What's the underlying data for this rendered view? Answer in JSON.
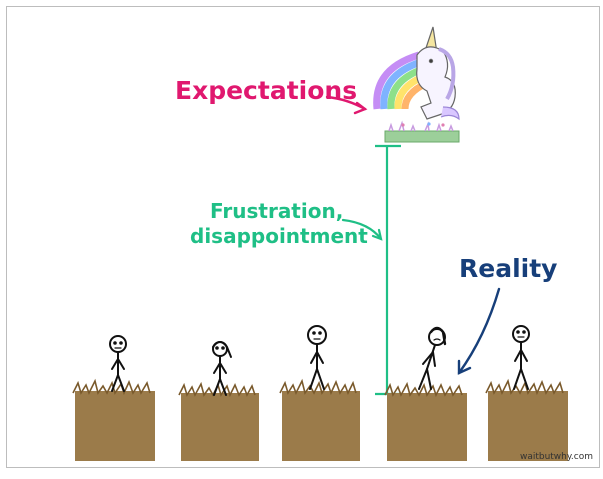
{
  "labels": {
    "expectations": "Expectations",
    "frustration_line1": "Frustration,",
    "frustration_line2": "disappointment",
    "reality": "Reality",
    "credit": "waitbutwhy.com"
  },
  "colors": {
    "expectations": "#e0186f",
    "frustration": "#1fbf86",
    "reality": "#173f7a",
    "dirt": "#9b7b4a",
    "grass": "#7a5a2c",
    "platform": "#9ccf9a"
  },
  "icons": {
    "unicorn": "unicorn-icon",
    "rainbow": "rainbow-icon",
    "stick_figure": "stick-figure-icon"
  }
}
